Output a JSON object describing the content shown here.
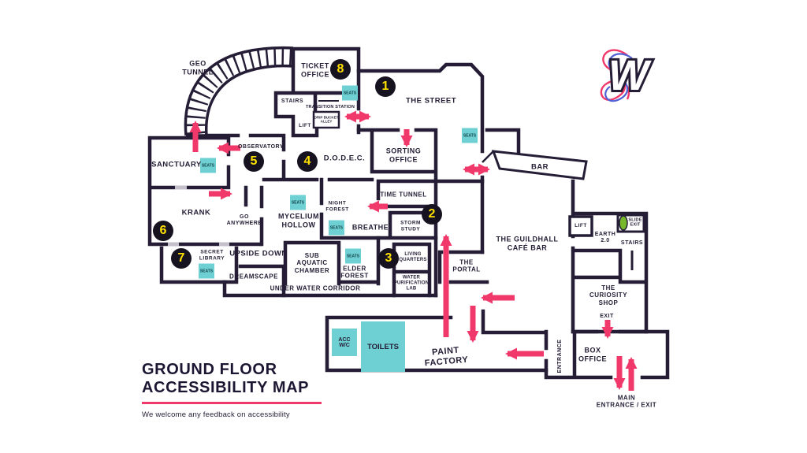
{
  "title": {
    "heading": "GROUND FLOOR\nACCESSIBILITY MAP",
    "subtitle": "We welcome any feedback on accessibility"
  },
  "legend": {
    "seats": "SEATS"
  },
  "badges": {
    "n1": "1",
    "n2": "2",
    "n3": "3",
    "n4": "4",
    "n5": "5",
    "n6": "6",
    "n7": "7",
    "n8": "8"
  },
  "rooms": {
    "geo_tunnel": "GEO\nTUNNEL",
    "ticket_office": "TICKET\nOFFICE",
    "stairs_left": "STAIRS",
    "transition_station": "TRANSITION STATION",
    "lift_left": "LIFT",
    "bucket_alley": "DRIP BUCKET\nALLEY",
    "the_street": "THE STREET",
    "sanctuary": "SANCTUARY",
    "observatory": "OBSERVATORY",
    "dodec": "D.O.D.E.C.",
    "sorting_office": "SORTING\nOFFICE",
    "time_tunnel": "TIME TUNNEL",
    "krank": "KRANK",
    "go_anywhere": "GO\nANYWHERE",
    "mycelium_hollow": "MYCELIUM\nHOLLOW",
    "night_forest": "NIGHT\nFOREST",
    "breathe": "BREATHE",
    "storm_study": "STORM\nSTUDY",
    "secret_library": "SECRET\nLIBRARY",
    "upside_down": "UPSIDE DOWN",
    "dreamscape": "DREAMSCAPE",
    "sub_aquatic_chamber": "SUB\nAQUATIC\nCHAMBER",
    "elder_forest": "ELDER\nFOREST",
    "living_quarters": "LIVING\nQUARTERS",
    "under_water_corridor": "UNDER WATER CORRIDOR",
    "water_purification_lab": "WATER\nPURIFICATION\nLAB",
    "the_portal": "THE\nPORTAL",
    "bar": "BAR",
    "guildhall_cafe_bar": "THE GUILDHALL\nCAFÉ BAR",
    "lift_right": "LIFT",
    "earth_2": "EARTH\n2.0",
    "slide_exit": "SLIDE\nEXIT",
    "stairs_right": "STAIRS",
    "curiosity_shop": "THE\nCURIOSITY\nSHOP",
    "exit": "EXIT",
    "box_office": "BOX\nOFFICE",
    "entrance": "ENTRANCE",
    "main_entrance": "MAIN\nENTRANCE / EXIT",
    "paint_factory": "PAINT\nFACTORY",
    "acc_wc": "ACC\nW/C",
    "toilets": "TOILETS"
  },
  "colors": {
    "wall": "#241d35",
    "route_pink": "#f0386b",
    "seats_teal": "#6fd0d4",
    "badge_yellow": "#ffe100",
    "slide_green": "#76b82a",
    "logo_blue": "#4f5fd5"
  }
}
